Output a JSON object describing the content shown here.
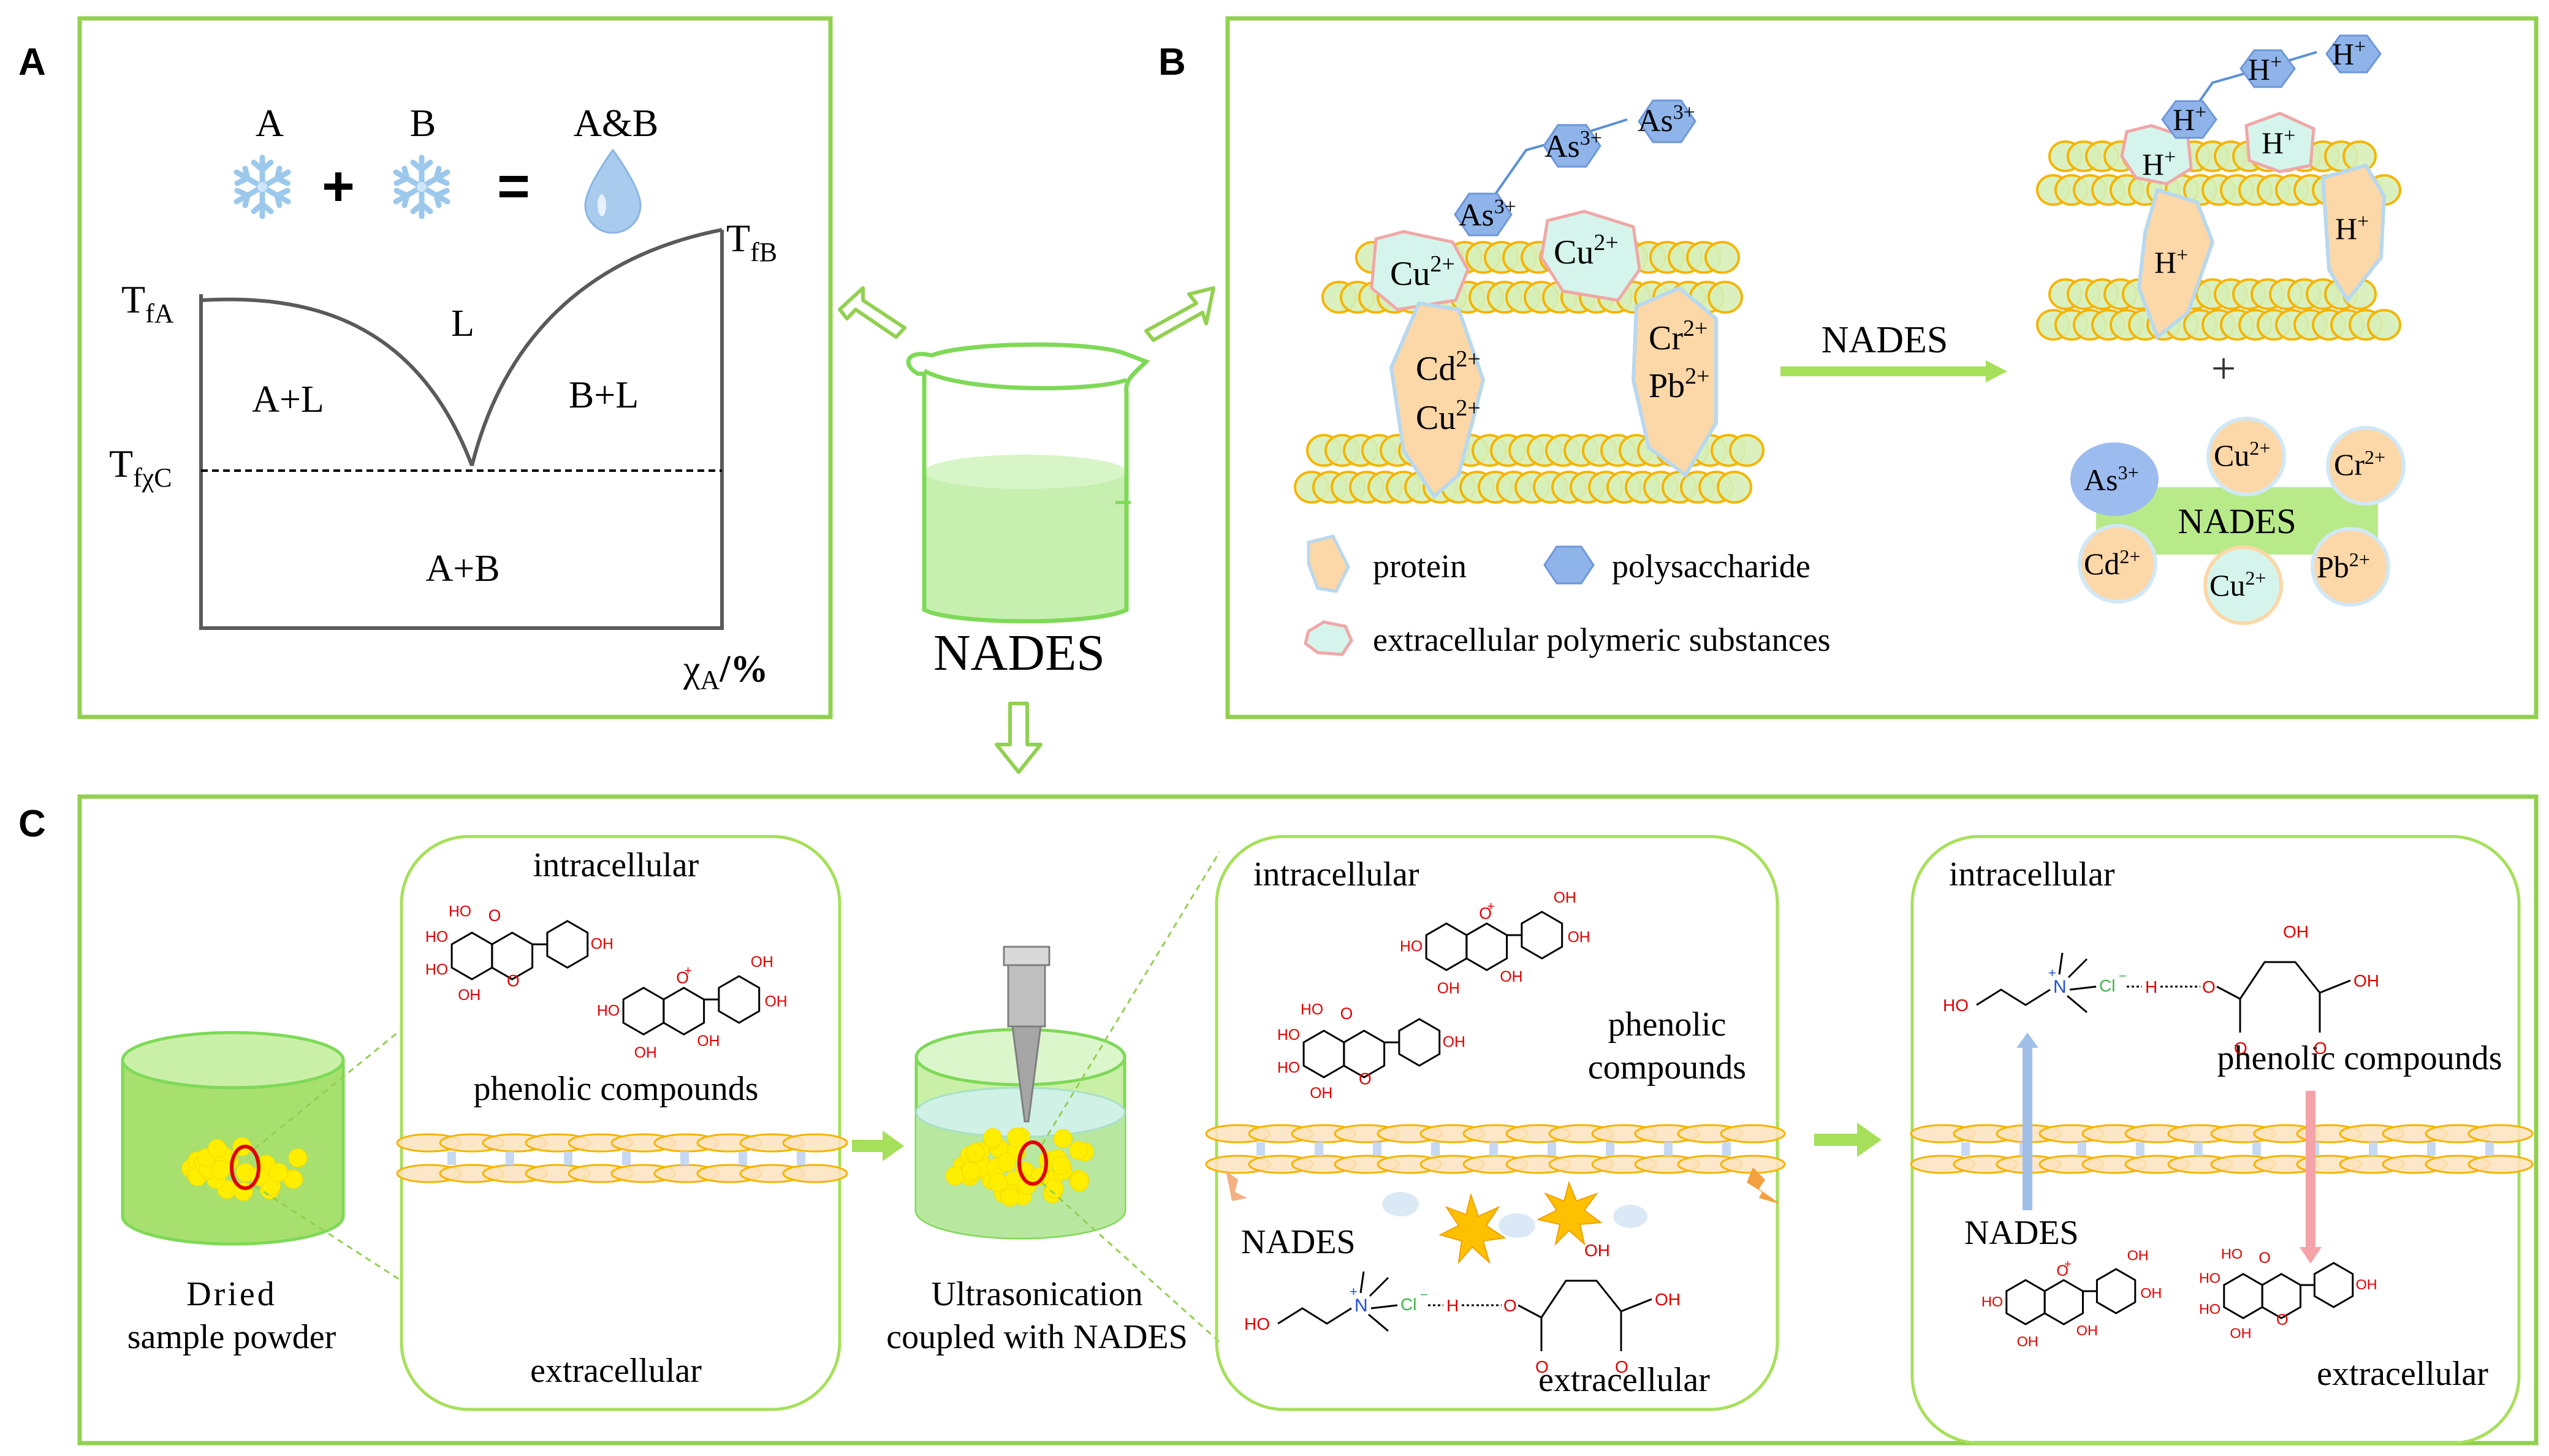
{
  "panels": {
    "a": {
      "letter": "A",
      "label_a": "A",
      "label_b": "B",
      "label_ab": "A&B",
      "plus": "+",
      "equals": "=",
      "t_fa": "T",
      "t_fa_sub": "fA",
      "t_fb": "T",
      "t_fb_sub": "fB",
      "t_fxc": "T",
      "t_fxc_sub": "fχC",
      "region_l": "L",
      "region_al": "A+L",
      "region_bl": "B+L",
      "region_ab": "A+B",
      "x_label_chi": "χ",
      "x_label_sub": "A",
      "x_label_unit": "/%"
    },
    "center": {
      "label": "NADES"
    },
    "b": {
      "letter": "B",
      "ions": {
        "as_1": "As",
        "as_1_sup": "3+",
        "as_2": "As",
        "as_2_sup": "3+",
        "as_3": "As",
        "as_3_sup": "3+",
        "cu_1": "Cu",
        "cu_1_sup": "2+",
        "cu_2": "Cu",
        "cu_2_sup": "2+",
        "cd": "Cd",
        "cd_sup": "2+",
        "cu_3": "Cu",
        "cu_3_sup": "2+",
        "cr": "Cr",
        "cr_sup": "2+",
        "pb": "Pb",
        "pb_sup": "2+"
      },
      "arrow_label": "NADES",
      "h_ions": {
        "h": "H",
        "sup": "+"
      },
      "plus": "+",
      "complex": {
        "center": "NADES",
        "as": "As",
        "as_sup": "3+",
        "cu_top": "Cu",
        "cu_top_sup": "2+",
        "cr": "Cr",
        "cr_sup": "2+",
        "cd": "Cd",
        "cd_sup": "2+",
        "cu_bottom": "Cu",
        "cu_bottom_sup": "2+",
        "pb": "Pb",
        "pb_sup": "2+"
      },
      "legend": {
        "protein": "protein",
        "polysaccharide": "polysaccharide",
        "eps": "extracellular polymeric substances"
      }
    },
    "c": {
      "letter": "C",
      "dried": "Dried",
      "dried_2": "sample powder",
      "ultra": "Ultrasonication",
      "ultra_2": "coupled with NADES",
      "box1": {
        "top": "intracellular",
        "phen": "phenolic compounds",
        "bottom": "extracellular"
      },
      "box2": {
        "top": "intracellular",
        "phen_1": "phenolic",
        "phen_2": "compounds",
        "nades": "NADES",
        "bottom": "extracellular"
      },
      "box3": {
        "top": "intracellular",
        "phen": "phenolic compounds",
        "nades": "NADES",
        "bottom": "extracellular"
      },
      "chem": {
        "OH": "OH",
        "HO": "HO",
        "O": "O",
        "H": "H",
        "N": "N",
        "Cl": "Cl",
        "plus": "+",
        "minus": "−"
      }
    }
  },
  "colors": {
    "frame": "#92d050",
    "frame_soft": "#b5e08a",
    "beaker": "#7ed957",
    "liquid": "#c6efb0",
    "layer_fill": "#d6f0b8",
    "layer_stroke": "#f5b400",
    "orange_fill": "#fde3c0",
    "blue_hex": "#8fb4ea",
    "mint": "#d5f5ec",
    "pink": "#f0a7a7",
    "yellow": "#ffee00",
    "red": "#e00000"
  }
}
